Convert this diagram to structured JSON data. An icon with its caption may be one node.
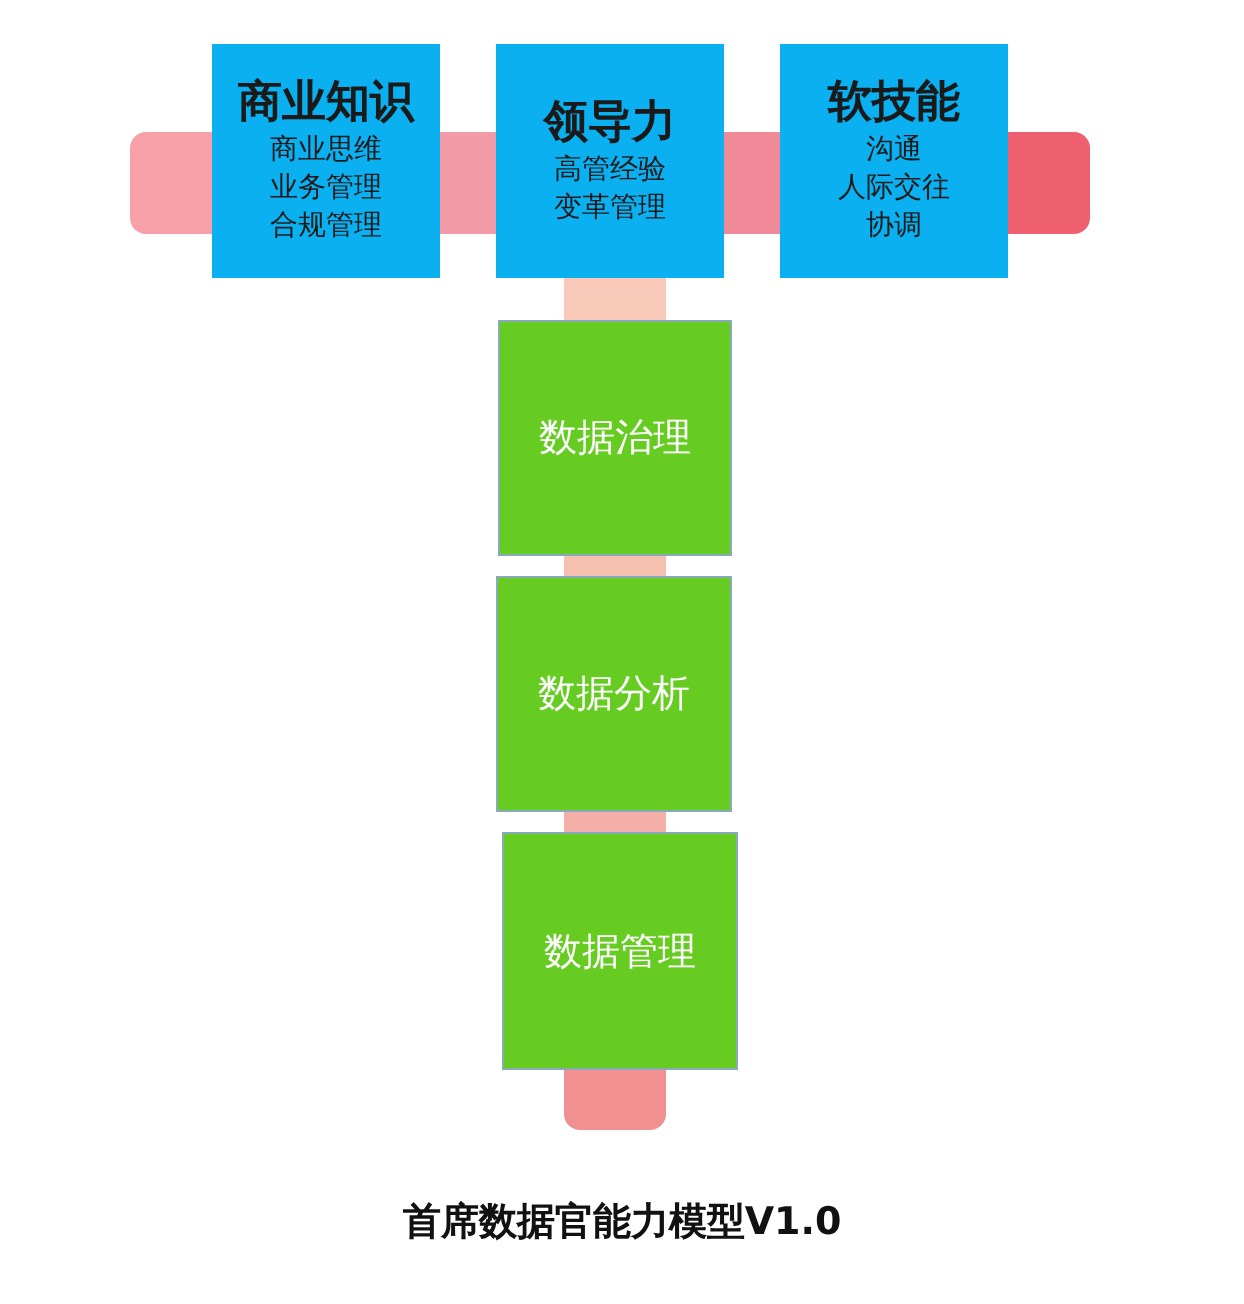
{
  "diagram": {
    "title": "首席数据官能力模型V1.0",
    "nodes": [
      {
        "text": [
          "商业知识",
          "商业思维",
          "业务管理",
          "合规管理"
        ]
      },
      {
        "text": [
          "领导力",
          "高管经验",
          "变革管理"
        ]
      },
      {
        "text": [
          "软技能",
          "沟通",
          "人际交往",
          "协调"
        ]
      },
      {
        "text": [
          "数据治理"
        ]
      },
      {
        "text": [
          "数据分析"
        ]
      },
      {
        "text": [
          "数据管理"
        ]
      },
      {
        "text": [],
        "shape": "bar"
      },
      {
        "text": [],
        "shape": "bar"
      },
      {
        "text": [],
        "shape": "bar"
      },
      {
        "text": [],
        "shape": "bar"
      },
      {
        "text": [],
        "shape": "bar"
      },
      {
        "text": [],
        "shape": "bar"
      },
      {
        "text": [],
        "shape": "bar"
      },
      {
        "text": [],
        "shape": "bar"
      }
    ]
  }
}
